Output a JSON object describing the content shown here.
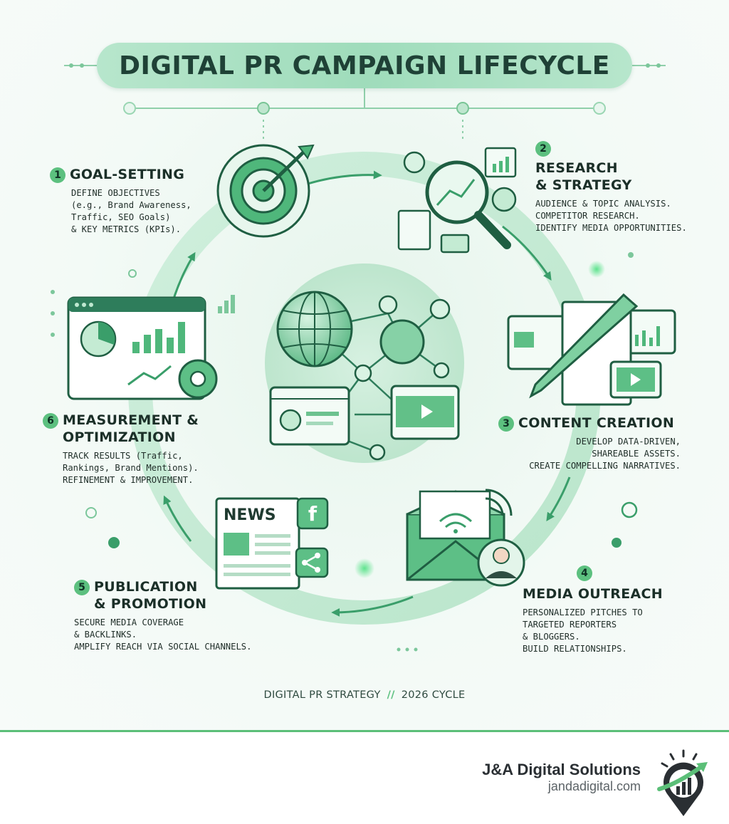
{
  "title": "DIGITAL PR CAMPAIGN LIFECYCLE",
  "stages": [
    {
      "number": "1",
      "title": "GOAL-SETTING",
      "description": "DEFINE OBJECTIVES\n(e.g., Brand Awareness,\nTraffic, SEO Goals)\n& KEY METRICS (KPIs).",
      "icon": "target-arrow-icon"
    },
    {
      "number": "2",
      "title": "RESEARCH\n& STRATEGY",
      "description": "AUDIENCE & TOPIC ANALYSIS.\nCOMPETITOR RESEARCH.\nIDENTIFY MEDIA OPPORTUNITIES.",
      "icon": "magnifier-analytics-icon"
    },
    {
      "number": "3",
      "title": "CONTENT CREATION",
      "description": "DEVELOP DATA-DRIVEN,\nSHAREABLE ASSETS.\nCREATE COMPELLING NARRATIVES.",
      "icon": "pen-documents-icon"
    },
    {
      "number": "4",
      "title": "MEDIA OUTREACH",
      "description": "PERSONALIZED PITCHES TO\nTARGETED REPORTERS\n& BLOGGERS.\nBUILD RELATIONSHIPS.",
      "icon": "envelope-contact-icon"
    },
    {
      "number": "5",
      "title": "PUBLICATION\n& PROMOTION",
      "description": "SECURE MEDIA COVERAGE\n& BACKLINKS.\nAMPLIFY REACH VIA SOCIAL CHANNELS.",
      "icon": "newspaper-social-icon"
    },
    {
      "number": "6",
      "title": "MEASUREMENT &\nOPTIMIZATION",
      "description": "TRACK RESULTS (Traffic,\nRankings, Brand Mentions).\nREFINEMENT & IMPROVEMENT.",
      "icon": "dashboard-gear-icon"
    }
  ],
  "news_label": "NEWS",
  "social_badge": "f",
  "center_icon": "globe-network-icon",
  "footer": {
    "left": "DIGITAL PR STRATEGY",
    "separator": "//",
    "right": "2026 CYCLE"
  },
  "brand": {
    "name": "J&A Digital Solutions",
    "url": "jandadigital.com",
    "logo_icon": "growth-pin-logo-icon"
  },
  "colors": {
    "accent": "#5cc07f",
    "dark_green": "#2e7d5b",
    "light_green": "#bfe8d0",
    "text": "#1b2f28"
  }
}
